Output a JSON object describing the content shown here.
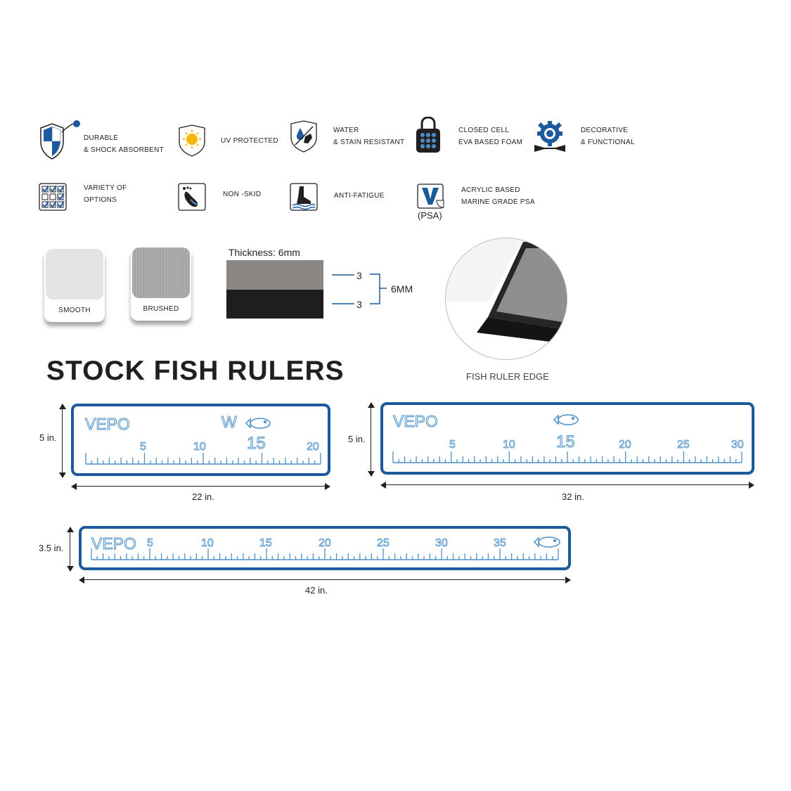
{
  "features": [
    {
      "icon": "shield-icon",
      "lines": [
        "DURABLE",
        "& SHOCK ABSORBENT"
      ]
    },
    {
      "icon": "sun-icon",
      "lines": [
        "UV PROTECTED"
      ]
    },
    {
      "icon": "water-drop-icon",
      "lines": [
        "WATER",
        "& STAIN RESISTANT"
      ]
    },
    {
      "icon": "lock-icon",
      "lines": [
        "CLOSED CELL",
        "EVA BASED FOAM"
      ]
    },
    {
      "icon": "gear-icon",
      "lines": [
        "DECORATIVE",
        "& FUNCTIONAL"
      ]
    },
    {
      "icon": "checklist-icon",
      "lines": [
        "VARIETY OF",
        "OPTIONS"
      ]
    },
    {
      "icon": "footprint-icon",
      "lines": [
        "NON -SKID"
      ]
    },
    {
      "icon": "foot-icon",
      "lines": [
        "ANTI-FATIGUE"
      ]
    },
    {
      "icon": "adhesive-icon",
      "lines": [
        "ACRYLIC BASED",
        "MARINE GRADE PSA"
      ],
      "caption": "(PSA)"
    }
  ],
  "finishes": [
    {
      "label": "SMOOTH",
      "color": "#e6e6e6"
    },
    {
      "label": "BRUSHED",
      "color": "#9a9a9a"
    }
  ],
  "thickness": {
    "title": "Thickness: 6mm",
    "top_layer": "3",
    "bottom_layer": "3",
    "total": "6MM"
  },
  "edge_caption": "FISH RULER EDGE",
  "title": "STOCK FISH RULERS",
  "colors": {
    "accent": "#1c5a9c",
    "tick": "#4a90c8",
    "text": "#231f20"
  },
  "rulers": [
    {
      "brand": "VEPO",
      "length_label": "22 in.",
      "height_label": "5 in.",
      "marker": "W",
      "numbers": [
        "5",
        "10",
        "15",
        "20"
      ]
    },
    {
      "brand": "VEPO",
      "length_label": "32 in.",
      "height_label": "5 in.",
      "numbers": [
        "5",
        "10",
        "15",
        "20",
        "25",
        "30"
      ]
    },
    {
      "brand": "VEPO",
      "length_label": "42 in.",
      "height_label": "3.5 in.",
      "numbers": [
        "5",
        "10",
        "15",
        "20",
        "25",
        "30",
        "35"
      ]
    }
  ]
}
